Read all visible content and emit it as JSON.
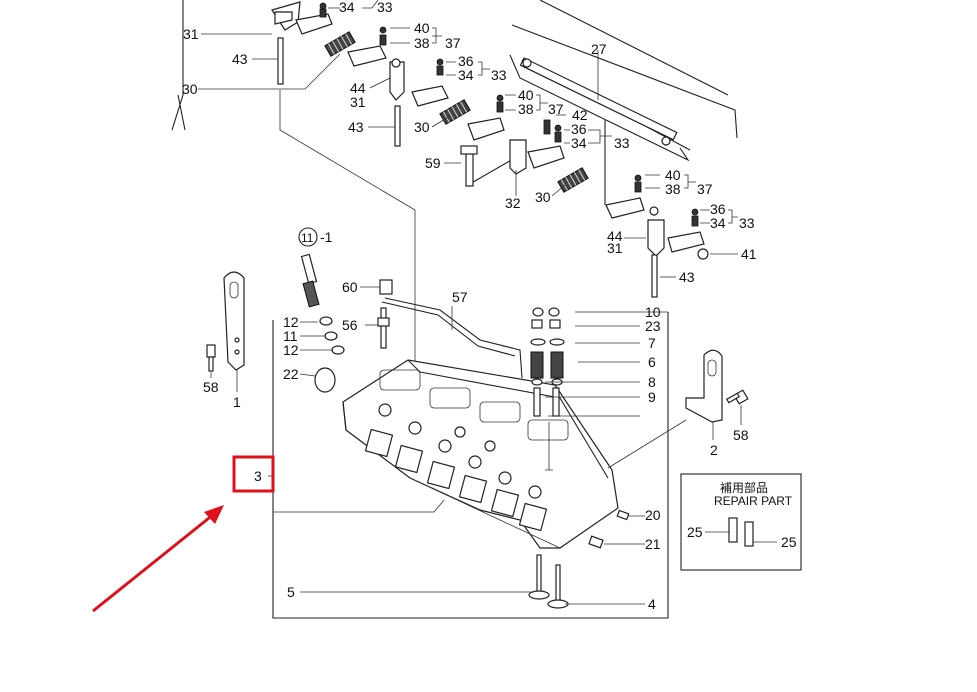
{
  "labels": {
    "l1": "1",
    "l2": "2",
    "l3": "3",
    "l4": "4",
    "l5": "5",
    "l6": "6",
    "l7": "7",
    "l8": "8",
    "l9": "9",
    "l10": "10",
    "l11": "11",
    "l11c": "11",
    "l11suffix": "-1",
    "l12a": "12",
    "l12b": "12",
    "l20": "20",
    "l21": "21",
    "l22": "22",
    "l23": "23",
    "l25a": "25",
    "l25b": "25",
    "l27": "27",
    "l30a": "30",
    "l30b": "30",
    "l30c": "30",
    "l31a": "31",
    "l31b": "31",
    "l31c": "31",
    "l32": "32",
    "l33a": "33",
    "l33b": "33",
    "l33c": "33",
    "l33d": "33",
    "l34a": "34",
    "l34b": "34",
    "l34c": "34",
    "l34d": "34",
    "l36a": "36",
    "l36b": "36",
    "l36c": "36",
    "l37a": "37",
    "l37b": "37",
    "l37c": "37",
    "l38a": "38",
    "l38b": "38",
    "l38c": "38",
    "l40a": "40",
    "l40b": "40",
    "l40c": "40",
    "l41": "41",
    "l42": "42",
    "l43a": "43",
    "l43b": "43",
    "l43c": "43",
    "l44a": "44",
    "l44b": "44",
    "l56": "56",
    "l57": "57",
    "l58a": "58",
    "l58b": "58",
    "l59": "59",
    "l60": "60"
  },
  "repair_box": {
    "title_jp": "補用部品",
    "title_en": "REPAIR PART"
  },
  "colors": {
    "highlight": "#e0101a",
    "line": "#222222"
  }
}
